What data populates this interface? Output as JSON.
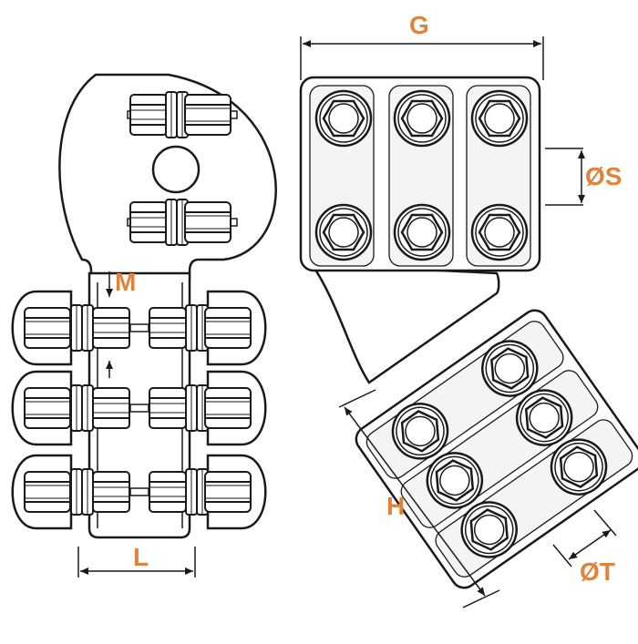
{
  "colors": {
    "line": "#1a1a1a",
    "label": "#e0833c",
    "fill": "#ffffff",
    "shade": "#ececec"
  },
  "dimensions": {
    "G": "G",
    "S": "ØS",
    "M": "M",
    "H": "H",
    "L": "L",
    "T": "ØT"
  }
}
